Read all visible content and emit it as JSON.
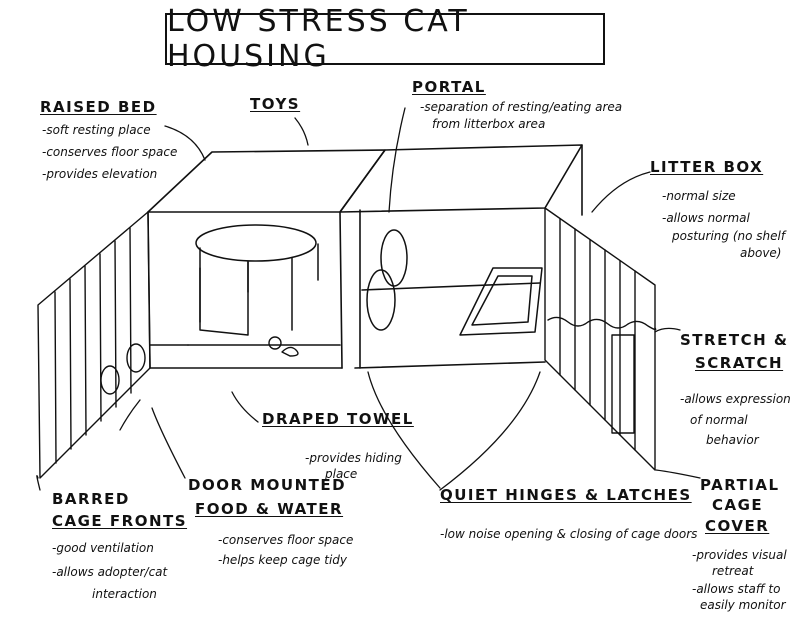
{
  "title": "Low Stress Cat Housing",
  "labels": {
    "raised_bed": {
      "heading": "Raised Bed",
      "bullets": [
        "-soft resting place",
        "-conserves floor space",
        "-provides elevation"
      ]
    },
    "toys": {
      "heading": "Toys"
    },
    "portal": {
      "heading": "Portal",
      "bullets": [
        "-separation of resting/eating area",
        "from litterbox area"
      ]
    },
    "litter_box": {
      "heading": "Litter Box",
      "bullets": [
        "-normal size",
        "-allows normal",
        "posturing (no shelf",
        "above)"
      ]
    },
    "stretch_scratch": {
      "heading_1": "Stretch &",
      "heading_2": "Scratch",
      "bullets": [
        "-allows expression",
        "of normal",
        "behavior"
      ]
    },
    "draped_towel": {
      "heading": "Draped Towel",
      "bullets": [
        "-provides hiding",
        "place"
      ]
    },
    "barred_cage_fronts": {
      "heading_1": "Barred",
      "heading_2": "Cage Fronts",
      "bullets": [
        "-good ventilation",
        "-allows adopter/cat",
        "interaction"
      ]
    },
    "door_mounted": {
      "heading_1": "Door Mounted",
      "heading_2": "Food & Water",
      "bullets": [
        "-conserves floor space",
        "-helps keep cage tidy"
      ]
    },
    "quiet_hinges": {
      "heading": "Quiet Hinges & Latches",
      "bullets": [
        "-low noise opening & closing of cage doors"
      ]
    },
    "partial_cover": {
      "heading_1": "Partial",
      "heading_2": "Cage",
      "heading_3": "Cover",
      "bullets": [
        "-provides visual",
        "retreat",
        "-allows staff to",
        "easily monitor"
      ]
    }
  }
}
